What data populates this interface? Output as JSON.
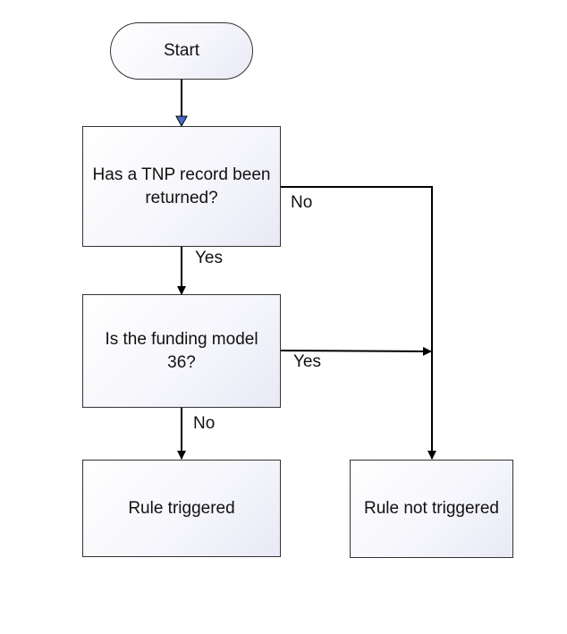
{
  "nodes": {
    "start": "Start",
    "decision_tnp": "Has a TNP record been returned?",
    "decision_funding": "Is the funding model 36?",
    "rule_triggered": "Rule triggered",
    "rule_not_triggered": "Rule not triggered"
  },
  "edges": {
    "tnp_no": "No",
    "tnp_yes": "Yes",
    "funding_yes": "Yes",
    "funding_no": "No"
  },
  "colors": {
    "line": "#000000",
    "start_arrow": "#4a6cc9",
    "border": "#333333"
  }
}
